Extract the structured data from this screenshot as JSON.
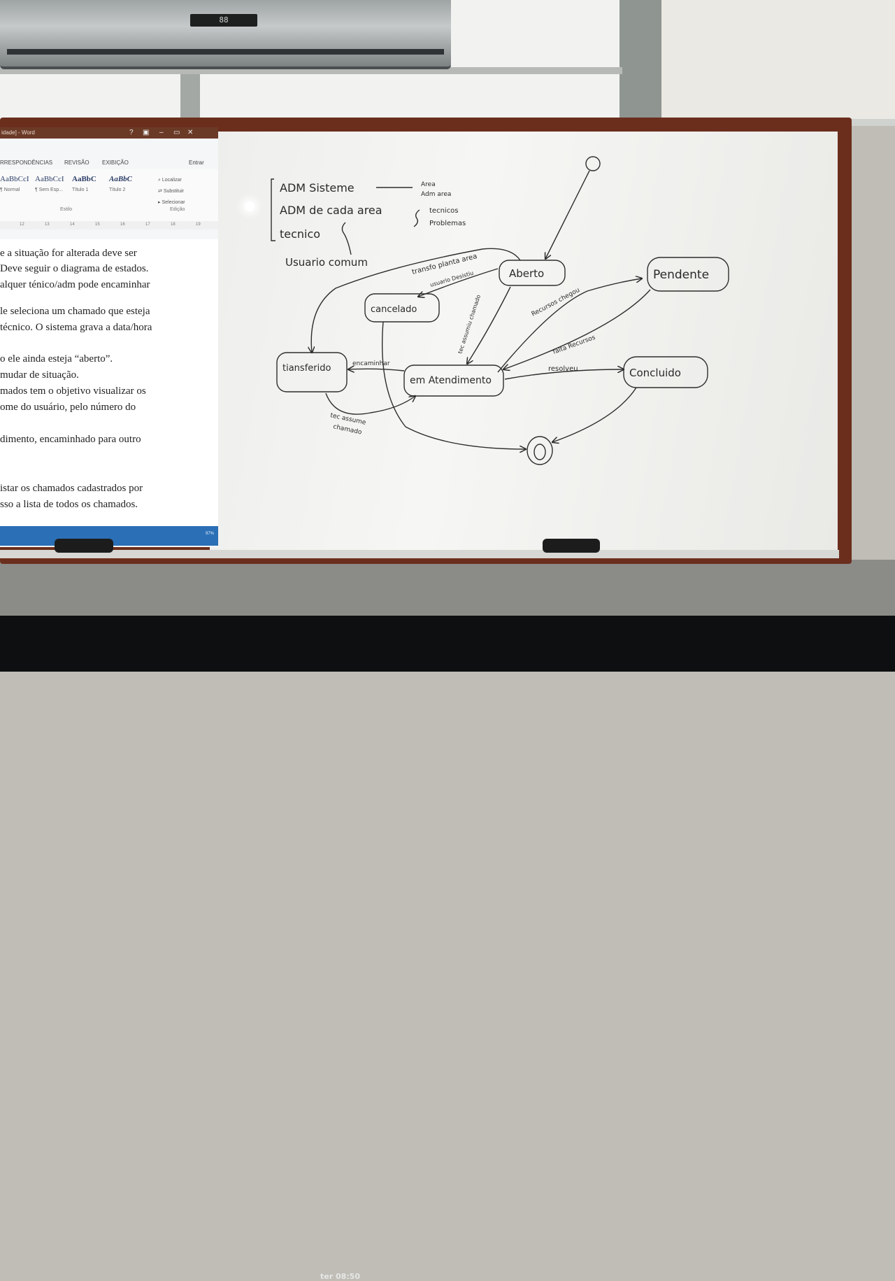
{
  "ac_display": "88",
  "word": {
    "title": "idade] - Word",
    "window_controls": [
      "?",
      "▣",
      "–",
      "▭",
      "✕"
    ],
    "tabs": [
      "RRESPONDÊNCIAS",
      "REVISÃO",
      "EXIBIÇÃO",
      "Entrar"
    ],
    "styles": [
      {
        "sample": "AaBbCcI",
        "name": "¶ Normal"
      },
      {
        "sample": "AaBbCcI",
        "name": "¶ Sem Esp..."
      },
      {
        "sample": "AaBbC",
        "name": "Título 1"
      },
      {
        "sample": "AaBbC",
        "name": "Título 2"
      }
    ],
    "edit_items": [
      "Localizar",
      "Substituir",
      "Selecionar"
    ],
    "group_estilo": "Estilo",
    "group_edicao": "Edição",
    "ruler_numbers": [
      "12",
      "13",
      "14",
      "15",
      "16",
      "17",
      "18",
      "19"
    ],
    "doc_lines": [
      "e a situação for alterada deve ser",
      "Deve seguir o diagrama de estados.",
      "alquer ténico/adm pode encaminhar",
      "",
      "le seleciona um chamado que esteja",
      "técnico. O sistema grava a data/hora",
      "",
      "o ele ainda esteja “aberto”.",
      " mudar de situação.",
      "mados tem o objetivo visualizar os",
      "ome do usuário, pelo número do",
      "",
      "dimento, encaminhado para outro",
      "",
      "",
      "istar os chamados cadastrados por",
      "sso a lista de todos os chamados."
    ],
    "zoom": "97%"
  },
  "whiteboard": {
    "roles": {
      "adm_sistema": "ADM Sisteme",
      "adm_sistema_note_1": "Area",
      "adm_sistema_note_2": "Adm area",
      "adm_area": "ADM de cada area",
      "adm_area_note_1": "tecnicos",
      "adm_area_note_2": "Problemas",
      "tecnico": "tecnico",
      "usuario": "Usuario comum"
    },
    "states": {
      "aberto": "Aberto",
      "pendente": "Pendente",
      "cancelado": "cancelado",
      "transferido": "tiansferido",
      "em_atendimento": "em Atendimento",
      "concluido": "Concluido"
    },
    "transitions": {
      "transf_planta": "transfo planta area",
      "usuario_desistiu": "usuario Desistiu",
      "tec_assumiu": "tec assumiu chamado",
      "recursos_chegou": "Recursos chegou",
      "falta_recursos": "falta Recursos",
      "resolveu": "resolveu",
      "encaminhar": "encaminhar",
      "tec_assume_1": "tec assume",
      "tec_assume_2": "chamado"
    }
  },
  "clock": "ter 08:50"
}
